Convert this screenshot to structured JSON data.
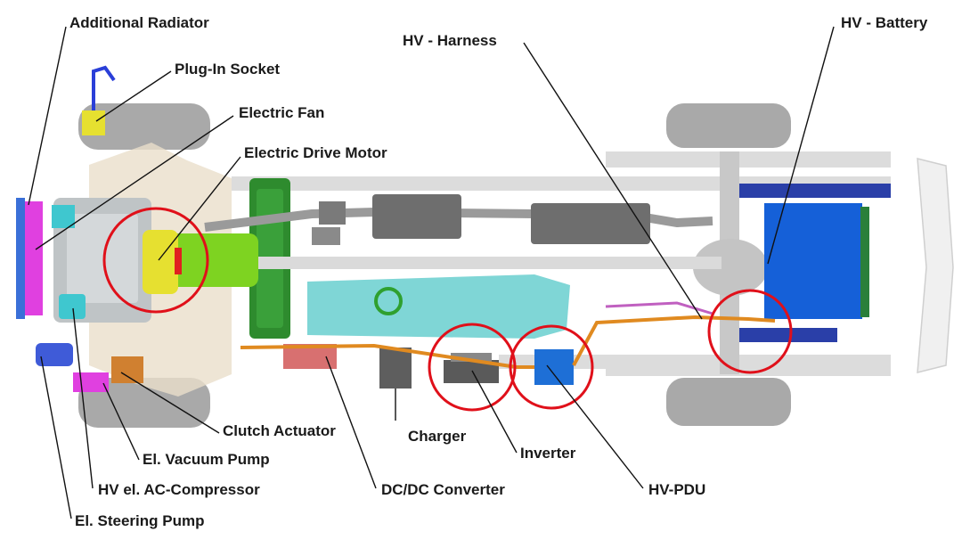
{
  "labels": {
    "additional_radiator": "Additional Radiator",
    "plug_in_socket": "Plug-In Socket",
    "electric_fan": "Electric Fan",
    "electric_drive_motor": "Electric Drive Motor",
    "hv_harness": "HV - Harness",
    "hv_battery": "HV - Battery",
    "clutch_actuator": "Clutch Actuator",
    "charger": "Charger",
    "inverter": "Inverter",
    "el_vacuum_pump": "El. Vacuum Pump",
    "hv_el_ac_compressor": "HV el. AC-Compressor",
    "dc_dc_converter": "DC/DC Converter",
    "hv_pdu": "HV-PDU",
    "el_steering_pump": "El. Steering Pump"
  },
  "colors": {
    "highlight_circle": "#e0101a",
    "leader_line": "#111111",
    "wheel": "#a9a9a9",
    "frame": "#d9d9d9",
    "battery": "#1560d8",
    "motor": "#7ed321",
    "motor_housing": "#e6e030",
    "tank": "#7fd6d6",
    "exhaust": "#6e6e6e",
    "radiator": "#e040e0",
    "hv_cable": "#e08a20",
    "pdu": "#1e6fd6",
    "dc_dc": "#d87070"
  }
}
